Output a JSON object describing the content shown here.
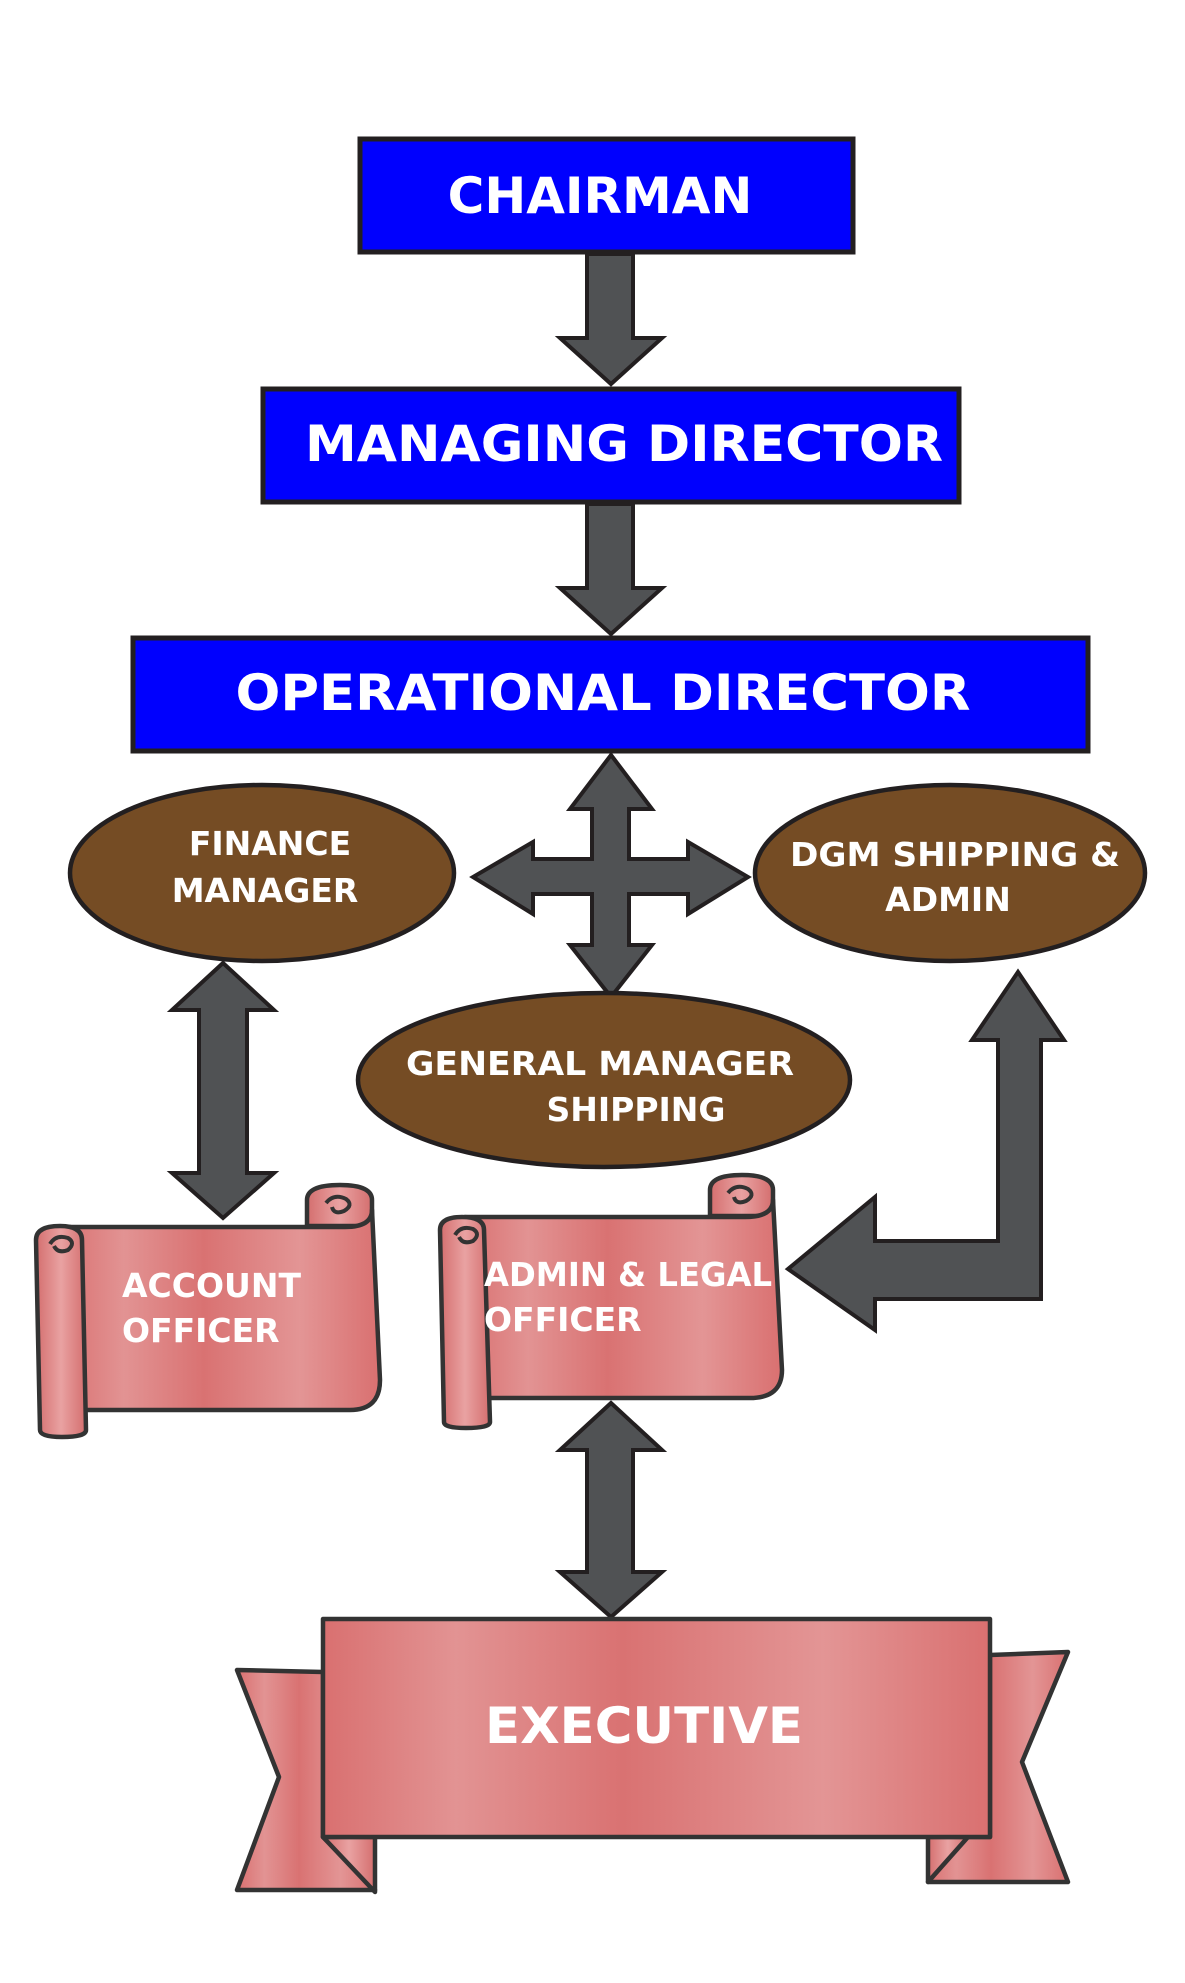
{
  "diagram": {
    "type": "organization-chart",
    "colors": {
      "executive_box": "#0000fe",
      "manager_oval": "#754c24",
      "officer_scroll": "#d97373",
      "arrow": "#505254",
      "outline": "#231f20",
      "text": "#ffffff"
    },
    "nodes": {
      "chairman": {
        "label": "CHAIRMAN",
        "shape": "rectangle"
      },
      "managing_director": {
        "label": "MANAGING DIRECTOR",
        "shape": "rectangle"
      },
      "operational_director": {
        "label": "OPERATIONAL  DIRECTOR",
        "shape": "rectangle"
      },
      "finance_manager": {
        "lines": [
          "FINANCE",
          "MANAGER"
        ],
        "shape": "ellipse"
      },
      "dgm_shipping_admin": {
        "lines": [
          "DGM  SHIPPING &",
          "ADMIN"
        ],
        "shape": "ellipse"
      },
      "general_manager_shipping": {
        "lines": [
          "GENERAL  MANAGER",
          "SHIPPING"
        ],
        "shape": "ellipse"
      },
      "account_officer": {
        "lines": [
          "ACCOUNT",
          "OFFICER"
        ],
        "shape": "scroll"
      },
      "admin_legal_officer": {
        "lines": [
          "ADMIN & LEGAL",
          "OFFICER"
        ],
        "shape": "scroll"
      },
      "executive": {
        "label": "EXECUTIVE",
        "shape": "banner"
      }
    },
    "edges": [
      {
        "from": "chairman",
        "to": "managing_director",
        "direction": "down"
      },
      {
        "from": "managing_director",
        "to": "operational_director",
        "direction": "down"
      },
      {
        "from": "operational_director",
        "to": [
          "finance_manager",
          "dgm_shipping_admin",
          "general_manager_shipping"
        ],
        "direction": "four-way"
      },
      {
        "from": "finance_manager",
        "to": "account_officer",
        "direction": "bidirectional"
      },
      {
        "from": "dgm_shipping_admin",
        "to": "admin_legal_officer",
        "direction": "bidirectional-elbow"
      },
      {
        "from": "admin_legal_officer",
        "to": "executive",
        "direction": "bidirectional"
      }
    ]
  }
}
